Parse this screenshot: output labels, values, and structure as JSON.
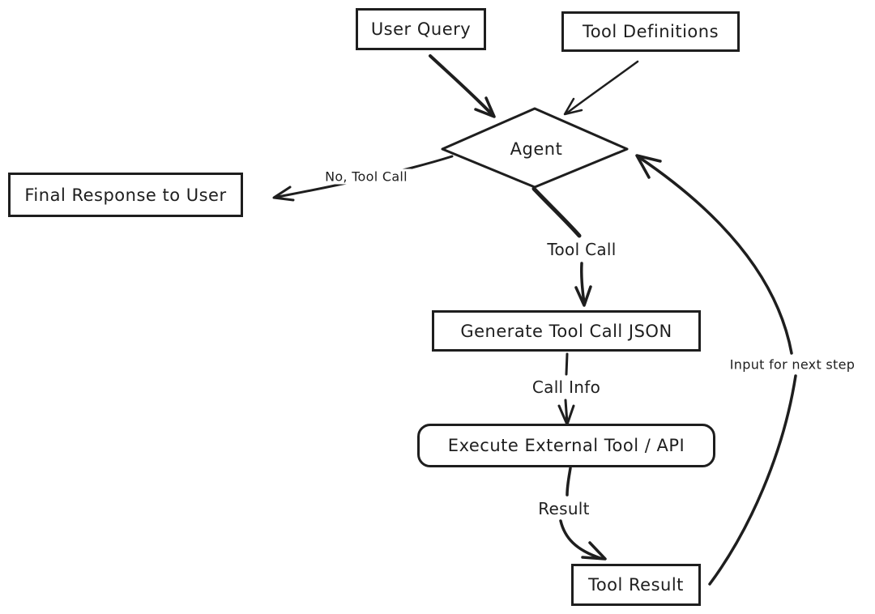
{
  "colors": {
    "stroke": "#1e1e1e",
    "background": "#ffffff"
  },
  "nodes": [
    {
      "id": "user-query",
      "label": "User Query",
      "shape": "rectangle"
    },
    {
      "id": "tool-definitions",
      "label": "Tool Definitions",
      "shape": "rectangle"
    },
    {
      "id": "agent",
      "label": "Agent",
      "shape": "diamond"
    },
    {
      "id": "final-response-to-user",
      "label": "Final Response to User",
      "shape": "rectangle"
    },
    {
      "id": "generate-tool-call-json",
      "label": "Generate Tool Call JSON",
      "shape": "rectangle"
    },
    {
      "id": "execute-external-tool",
      "label": "Execute External Tool / API",
      "shape": "rounded-rectangle"
    },
    {
      "id": "tool-result",
      "label": "Tool Result",
      "shape": "rectangle"
    }
  ],
  "edge_labels": [
    {
      "id": "no-tool-call",
      "label": "No, Tool Call"
    },
    {
      "id": "tool-call",
      "label": "Tool Call"
    },
    {
      "id": "call-info",
      "label": "Call Info"
    },
    {
      "id": "result",
      "label": "Result"
    },
    {
      "id": "input-for-next-step",
      "label": "Input for next step"
    }
  ]
}
